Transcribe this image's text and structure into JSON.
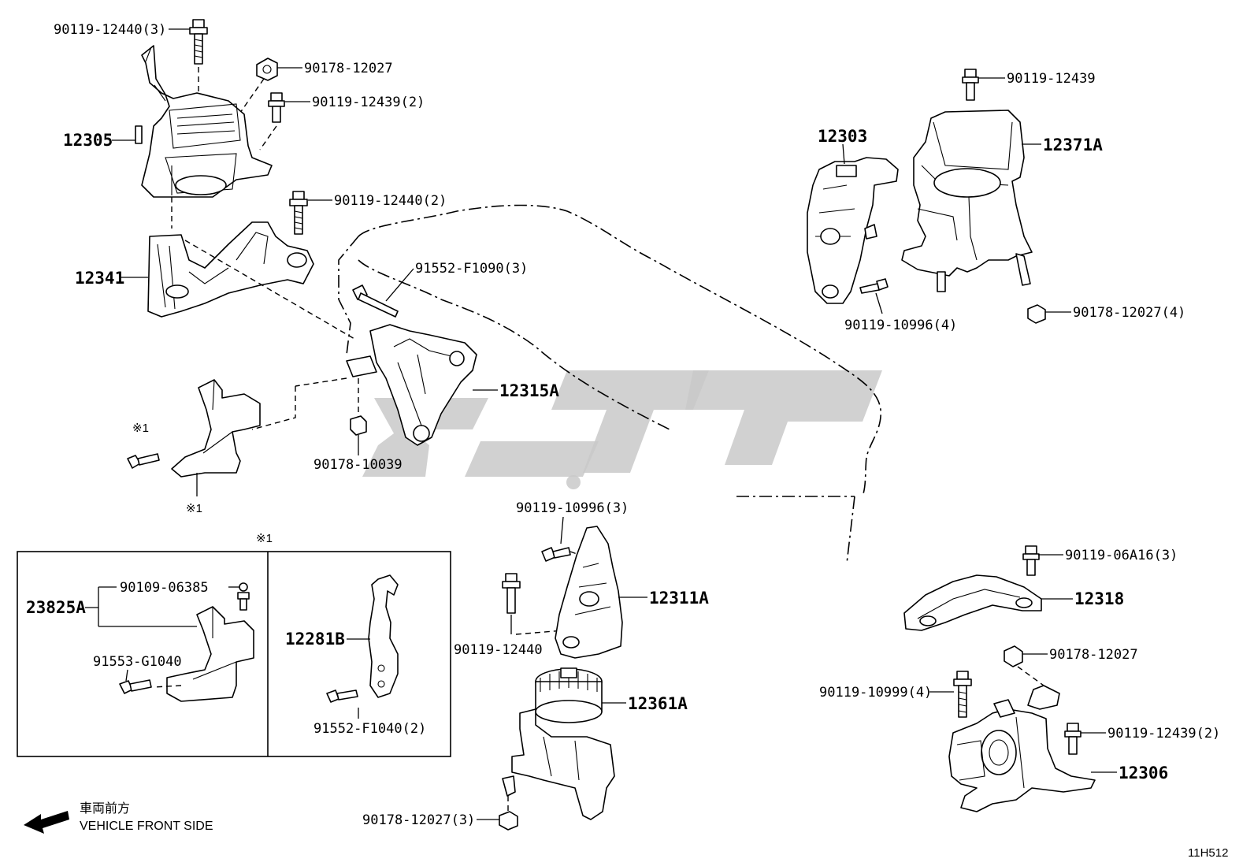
{
  "diagram": {
    "code": "11H512",
    "front_side_jp": "車両前方",
    "front_side_en": "VEHICLE FRONT SIDE",
    "note_mark": "※1"
  },
  "labels": {
    "p_90119_12440_3": "90119-12440(3)",
    "p_90178_12027_a": "90178-12027",
    "p_90119_12439_2a": "90119-12439(2)",
    "p_12305": "12305",
    "p_90119_12440_2": "90119-12440(2)",
    "p_12341": "12341",
    "p_91552_F1090_3": "91552-F1090(3)",
    "p_12315A": "12315A",
    "p_90178_10039": "90178-10039",
    "p_12303": "12303",
    "p_90119_12439": "90119-12439",
    "p_12371A": "12371A",
    "p_90119_10996_4": "90119-10996(4)",
    "p_90178_12027_4": "90178-12027(4)",
    "p_23825A": "23825A",
    "p_90109_06385": "90109-06385",
    "p_91553_G1040": "91553-G1040",
    "p_12281B": "12281B",
    "p_91552_F1040_2": "91552-F1040(2)",
    "p_90119_10996_3": "90119-10996(3)",
    "p_12311A": "12311A",
    "p_90119_12440": "90119-12440",
    "p_12361A": "12361A",
    "p_90178_12027_3": "90178-12027(3)",
    "p_90119_06A16_3": "90119-06A16(3)",
    "p_12318": "12318",
    "p_90178_12027_b": "90178-12027",
    "p_90119_10999_4": "90119-10999(4)",
    "p_90119_12439_2b": "90119-12439(2)",
    "p_12306": "12306"
  },
  "icons": {
    "arrow": "front-arrow-icon",
    "bolt": "bolt-icon",
    "nut": "nut-icon"
  }
}
